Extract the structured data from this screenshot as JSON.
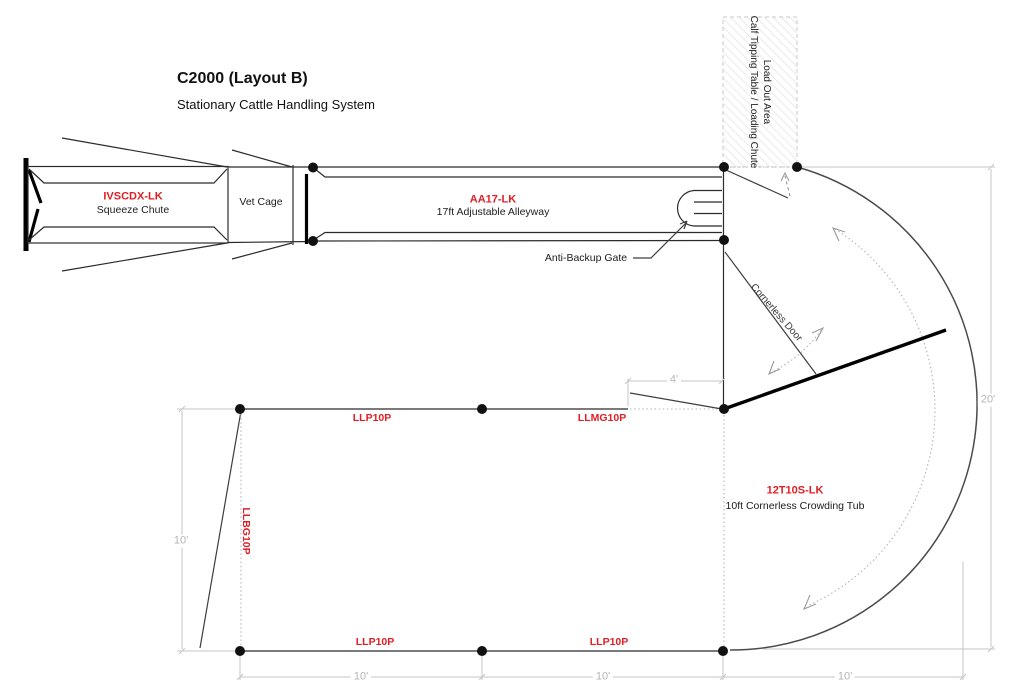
{
  "title": {
    "model": "C2000 (Layout B)",
    "subtitle": "Stationary Cattle Handling System"
  },
  "components": {
    "squeeze_chute": {
      "part": "IVSCDX-LK",
      "name": "Squeeze Chute"
    },
    "vet_cage": {
      "name": "Vet Cage"
    },
    "alleyway": {
      "part": "AA17-LK",
      "name": "17ft Adjustable Alleyway"
    },
    "anti_backup_gate": {
      "name": "Anti-Backup Gate"
    },
    "load_out": {
      "line1": "Load Out Area",
      "line2": "Calf Tipping Table / Loading Chute"
    },
    "cornerless_door": {
      "name": "Cornerless Door"
    },
    "crowding_tub": {
      "part": "12T10S-LK",
      "name": "10ft Cornerless Crowding Tub"
    },
    "panels": {
      "top_panel": "LLP10P",
      "man_gate": "LLMG10P",
      "left_gate": "LLBG10P",
      "bottom_left_panel": "LLP10P",
      "bottom_mid_panel": "LLP10P"
    }
  },
  "dimensions": {
    "gate_offset": "4'",
    "left_height": "10'",
    "bottom_1": "10'",
    "bottom_2": "10'",
    "bottom_3": "10'",
    "tub_height": "20'"
  },
  "colors": {
    "part_red": "#e01e24",
    "line_dark": "#2b2b2b",
    "pen_gray": "#7a7a7a",
    "dim_gray": "#c6c6c6",
    "hatch_gray": "#dcdcdc"
  }
}
